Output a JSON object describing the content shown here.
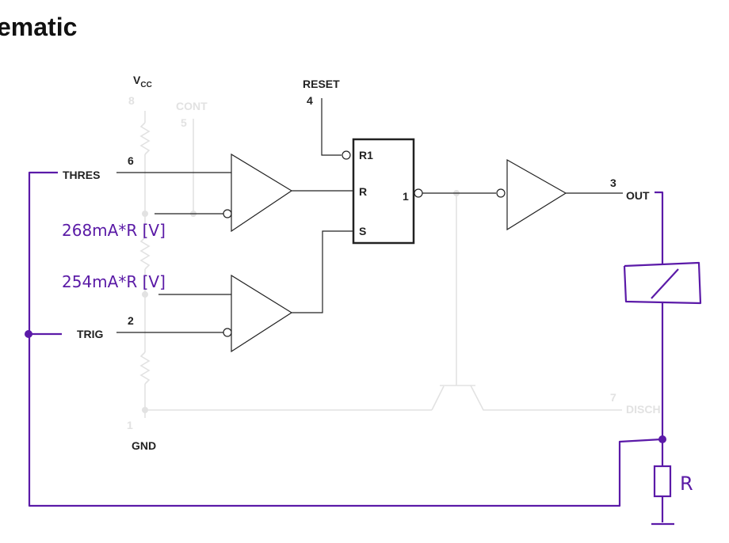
{
  "title": "ematic",
  "labels": {
    "vcc_main": "V",
    "vcc_sub": "CC",
    "reset": "RESET",
    "thres": "THRES",
    "trig": "TRIG",
    "gnd": "GND",
    "out": "OUT",
    "cont": "CONT",
    "disch": "DISCH",
    "r1": "R1",
    "r": "R",
    "s": "S",
    "q": "1"
  },
  "pins": {
    "vcc": "8",
    "cont": "5",
    "thres": "6",
    "trig": "2",
    "gnd": "1",
    "reset": "4",
    "out": "3",
    "disch": "7"
  },
  "annotations": {
    "upper_threshold": "268mA*R  [V]",
    "lower_threshold": "254mA*R  [V]",
    "resistor": "R"
  },
  "colors": {
    "ink": "#222222",
    "faint": "#e2e2e2",
    "annotation": "#5b1aa8"
  }
}
